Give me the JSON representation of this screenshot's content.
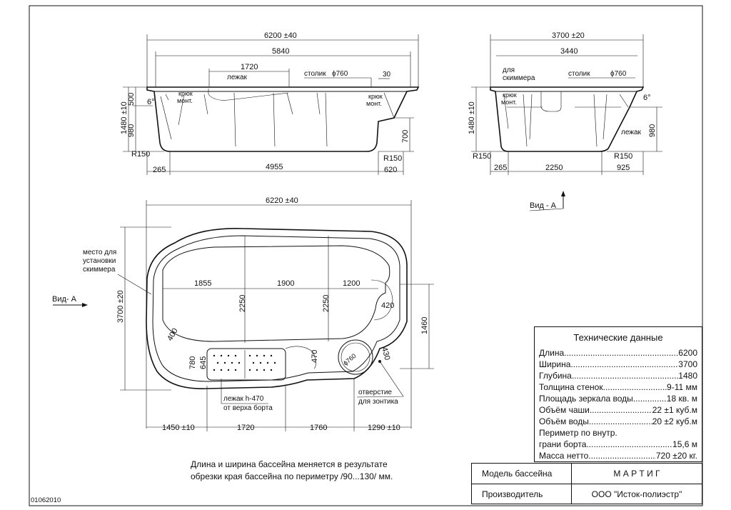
{
  "side_view": {
    "overall": "6200 ±40",
    "inner": "5840",
    "lezhak_top": "1720",
    "lezhak": "лежак",
    "stolik": "столик",
    "phi760": "ϕ760",
    "d30": "30",
    "d500": "500",
    "d6": "6°",
    "kryuk": [
      "крюк",
      "монт."
    ],
    "kryuk2": [
      "крюк",
      "монт."
    ],
    "h1480": "1480 ±10",
    "d980": "980",
    "d700": "700",
    "r150_left": "R150",
    "r150_right": "R150",
    "b265": "265",
    "b4955": "4955",
    "b620": "620"
  },
  "end_view": {
    "overall": "3700 ±20",
    "inner": "3440",
    "skimmer": [
      "для",
      "скиммера"
    ],
    "stolik": "столик",
    "phi760": "ϕ760",
    "kryuk": [
      "крюк",
      "монт."
    ],
    "d6": "6°",
    "h1480": "1480 ±10",
    "d980": "980",
    "lezhak": "лежак",
    "r150_left": "R150",
    "r150_right": "R150",
    "b265": "265",
    "b2250": "2250",
    "b925": "925",
    "vid_a": "Вид - А"
  },
  "plan_view": {
    "overall": "6220 ±40",
    "skimmer_place": [
      "место для",
      "установки",
      "скиммера"
    ],
    "vid_a": "Вид- А",
    "h3700": "3700 ±20",
    "d1855": "1855",
    "d1900": "1900",
    "d1200": "1200",
    "d2250a": "2250",
    "d2250b": "2250",
    "d420": "420",
    "d1460": "1460",
    "d400": "400",
    "d430": "430",
    "d470": "470",
    "d780": "780",
    "d645": "645",
    "phi760": "ϕ760",
    "lezhak_h": [
      "лежак h-470",
      "от верха борта"
    ],
    "umbrella": [
      "отверстие",
      "для зонтика"
    ],
    "b1450": "1450 ±10",
    "b1720": "1720",
    "b1760": "1760",
    "b1290": "1290 ±10"
  },
  "tech": {
    "title": "Технические данные",
    "rows": [
      {
        "k": "Длина ",
        "v": " 6200"
      },
      {
        "k": "Ширина ",
        "v": " 3700"
      },
      {
        "k": "Глубина ",
        "v": "1480"
      },
      {
        "k": "Толщина стенок ",
        "v": " 9-11 мм"
      },
      {
        "k": "Площадь зеркала воды ",
        "v": "18 кв. м"
      },
      {
        "k": "Объём чаши ",
        "v": " 22 ±1 куб.м"
      },
      {
        "k": "Объём воды ",
        "v": " 20 ±2 куб.м"
      },
      {
        "k": "Периметр по внутр.",
        "v": "",
        "nodots": true
      },
      {
        "k": "грани борта ",
        "v": "15,6 м"
      },
      {
        "k": "Масса нетто ",
        "v": " 720 ±20 кг."
      }
    ]
  },
  "footer": {
    "model_label": "Модель бассейна",
    "model_value": "М А Р Т И Г",
    "maker_label": "Производитель",
    "maker_value": "ООО \"Исток-полиэстр\"",
    "note_line1": "Длина и ширина  бассейна меняется в результате",
    "note_line2": "обрезки  края бассейна по периметру /90...130/ мм.",
    "code": "01062010"
  }
}
